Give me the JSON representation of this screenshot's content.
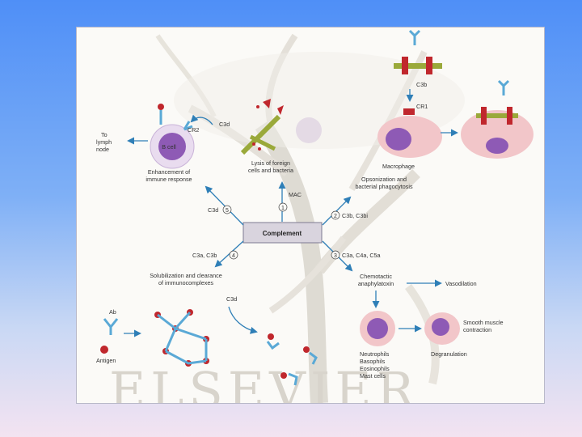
{
  "diagram": {
    "center": "Complement",
    "watermark": "ELSEVIER",
    "pathways": [
      {
        "num": "1",
        "factor": "MAC",
        "result": [
          "Lysis of foreign",
          "cells and bacteria"
        ]
      },
      {
        "num": "2",
        "factor": "C3b, C3bi",
        "result": [
          "Opsonization and",
          "bacterial phagocytosis"
        ]
      },
      {
        "num": "3",
        "factor": "C3a, C4a, C5a",
        "result": [
          "Chemotactic",
          "anaphylatoxin"
        ]
      },
      {
        "num": "4",
        "factor": "C3a, C3b",
        "result": [
          "Solubilization and clearance",
          "of immunocomplexes"
        ]
      },
      {
        "num": "5",
        "factor": "C3d",
        "result": [
          "Enhancement of",
          "immune response"
        ]
      }
    ],
    "labels": {
      "to_lymph_node": [
        "To",
        "lymph",
        "node"
      ],
      "b_cell": "B cell",
      "cr2": "CR2",
      "c3d_top": "C3d",
      "c3b": "C3b",
      "cr1": "CR1",
      "macrophage": "Macrophage",
      "vasodilation": "Vasodilation",
      "smooth_muscle": [
        "Smooth muscle",
        "contraction"
      ],
      "degranulation": "Degranulation",
      "granulocytes": [
        "Neutrophils",
        "Basophils",
        "Eosinophils",
        "Mast cells"
      ],
      "ab": "Ab",
      "antigen": "Antigen",
      "c3d_bottom": "C3d"
    },
    "colors": {
      "arrow": "#2f7fb7",
      "antigen": "#c0272d",
      "antibody": "#5aa9d6",
      "cell_purple": "#8e5ab5",
      "macrophage_pink": "#f2c6c9",
      "complex_green": "#9aa93a",
      "center_box": "#d9d4de"
    }
  }
}
